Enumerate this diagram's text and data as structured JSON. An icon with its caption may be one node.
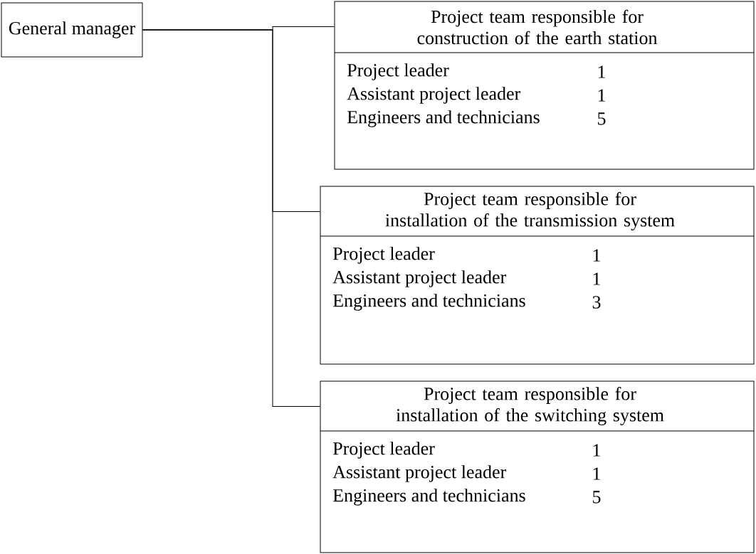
{
  "diagram": {
    "nodes": [
      {
        "text": [
          "General manager"
        ]
      },
      {
        "text": [
          "Project team responsible for construction of the earth station",
          "Project leader",
          "1",
          "Assistant project leader",
          "1",
          "Engineers and technicians",
          "5"
        ]
      },
      {
        "text": [
          "Project team responsible for installation of the transmission system",
          "Project leader",
          "1",
          "Assistant project leader",
          "1",
          "Engineers and technicians",
          "3"
        ]
      },
      {
        "text": [
          "Project team responsible for installation of the switching system",
          "Project leader",
          "1",
          "Assistant project leader",
          "1",
          "Engineers and technicians",
          "5"
        ]
      }
    ],
    "edges": [
      {
        "from": 0,
        "to": 1,
        "arrow": "none"
      },
      {
        "from": 0,
        "to": 2,
        "arrow": "none"
      },
      {
        "from": 0,
        "to": 3,
        "arrow": "none"
      }
    ]
  }
}
